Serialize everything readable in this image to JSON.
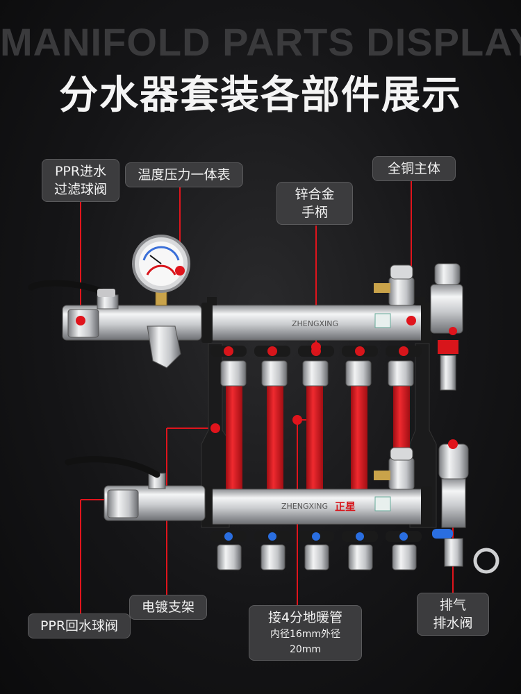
{
  "header": {
    "bg_title": "MANIFOLD PARTS DISPLAY",
    "title": "分水器套装各部件展示"
  },
  "labels": {
    "ppr_inlet_line1": "PPR进水",
    "ppr_inlet_line2": "过滤球阀",
    "gauge": "温度压力一体表",
    "handle_line1": "锌合金",
    "handle_line2": "手柄",
    "body": "全铜主体",
    "bracket": "电镀支架",
    "ppr_return": "PPR回水球阀",
    "pipe_line1": "接4分地暖管",
    "pipe_line2": "内径16mm外径20mm",
    "vent_line1": "排气",
    "vent_line2": "排水阀"
  },
  "product": {
    "brand_en": "ZHENGXING",
    "brand_cn": "正星"
  },
  "colors": {
    "accent_red": "#e0141c",
    "pipe_red": "#d8151b",
    "label_bg": "#3c3c3e"
  }
}
